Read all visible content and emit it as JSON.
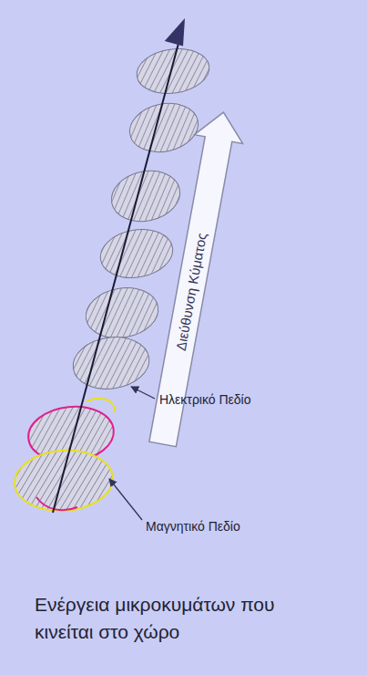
{
  "diagram": {
    "caption": "Ενέργεια μικροκυμάτων που κινείται στο χώρο",
    "nodes": [
      {
        "text": [
          "Διεύθυνση Κύματος"
        ]
      }
    ],
    "labels": [
      "Ηλεκτρικό Πεδίο",
      "Μαγνητικό Πεδίο"
    ]
  }
}
